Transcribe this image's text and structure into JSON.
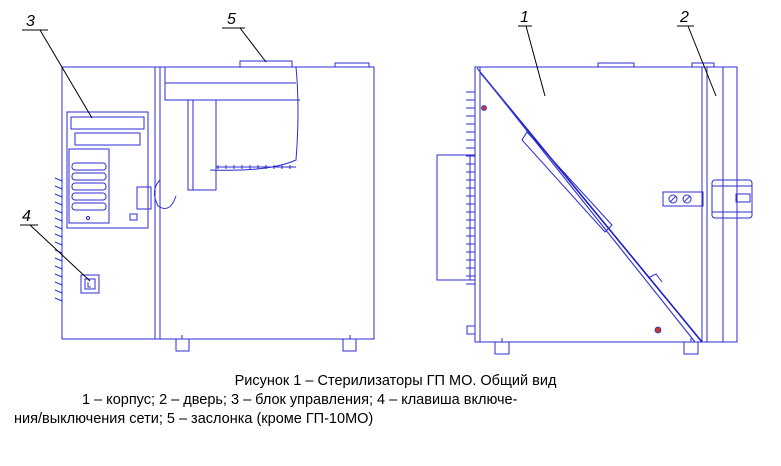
{
  "figure": {
    "caption_title": "Рисунок 1 – Стерилизаторы ГП МО. Общий вид",
    "legend_line1": "1 – корпус;  2 – дверь;  3 – блок управления;  4 – клавиша включе-",
    "legend_line2": "ния/выключения сети;  5 – заслонка (кроме ГП-10МО)"
  },
  "labels": {
    "body": "1",
    "door": "2",
    "control_unit": "3",
    "power_switch": "4",
    "damper": "5"
  },
  "colors": {
    "drawing_lines": "#2b2bd6",
    "leader_lines": "#000000",
    "screw_marks": "#c0392b"
  }
}
